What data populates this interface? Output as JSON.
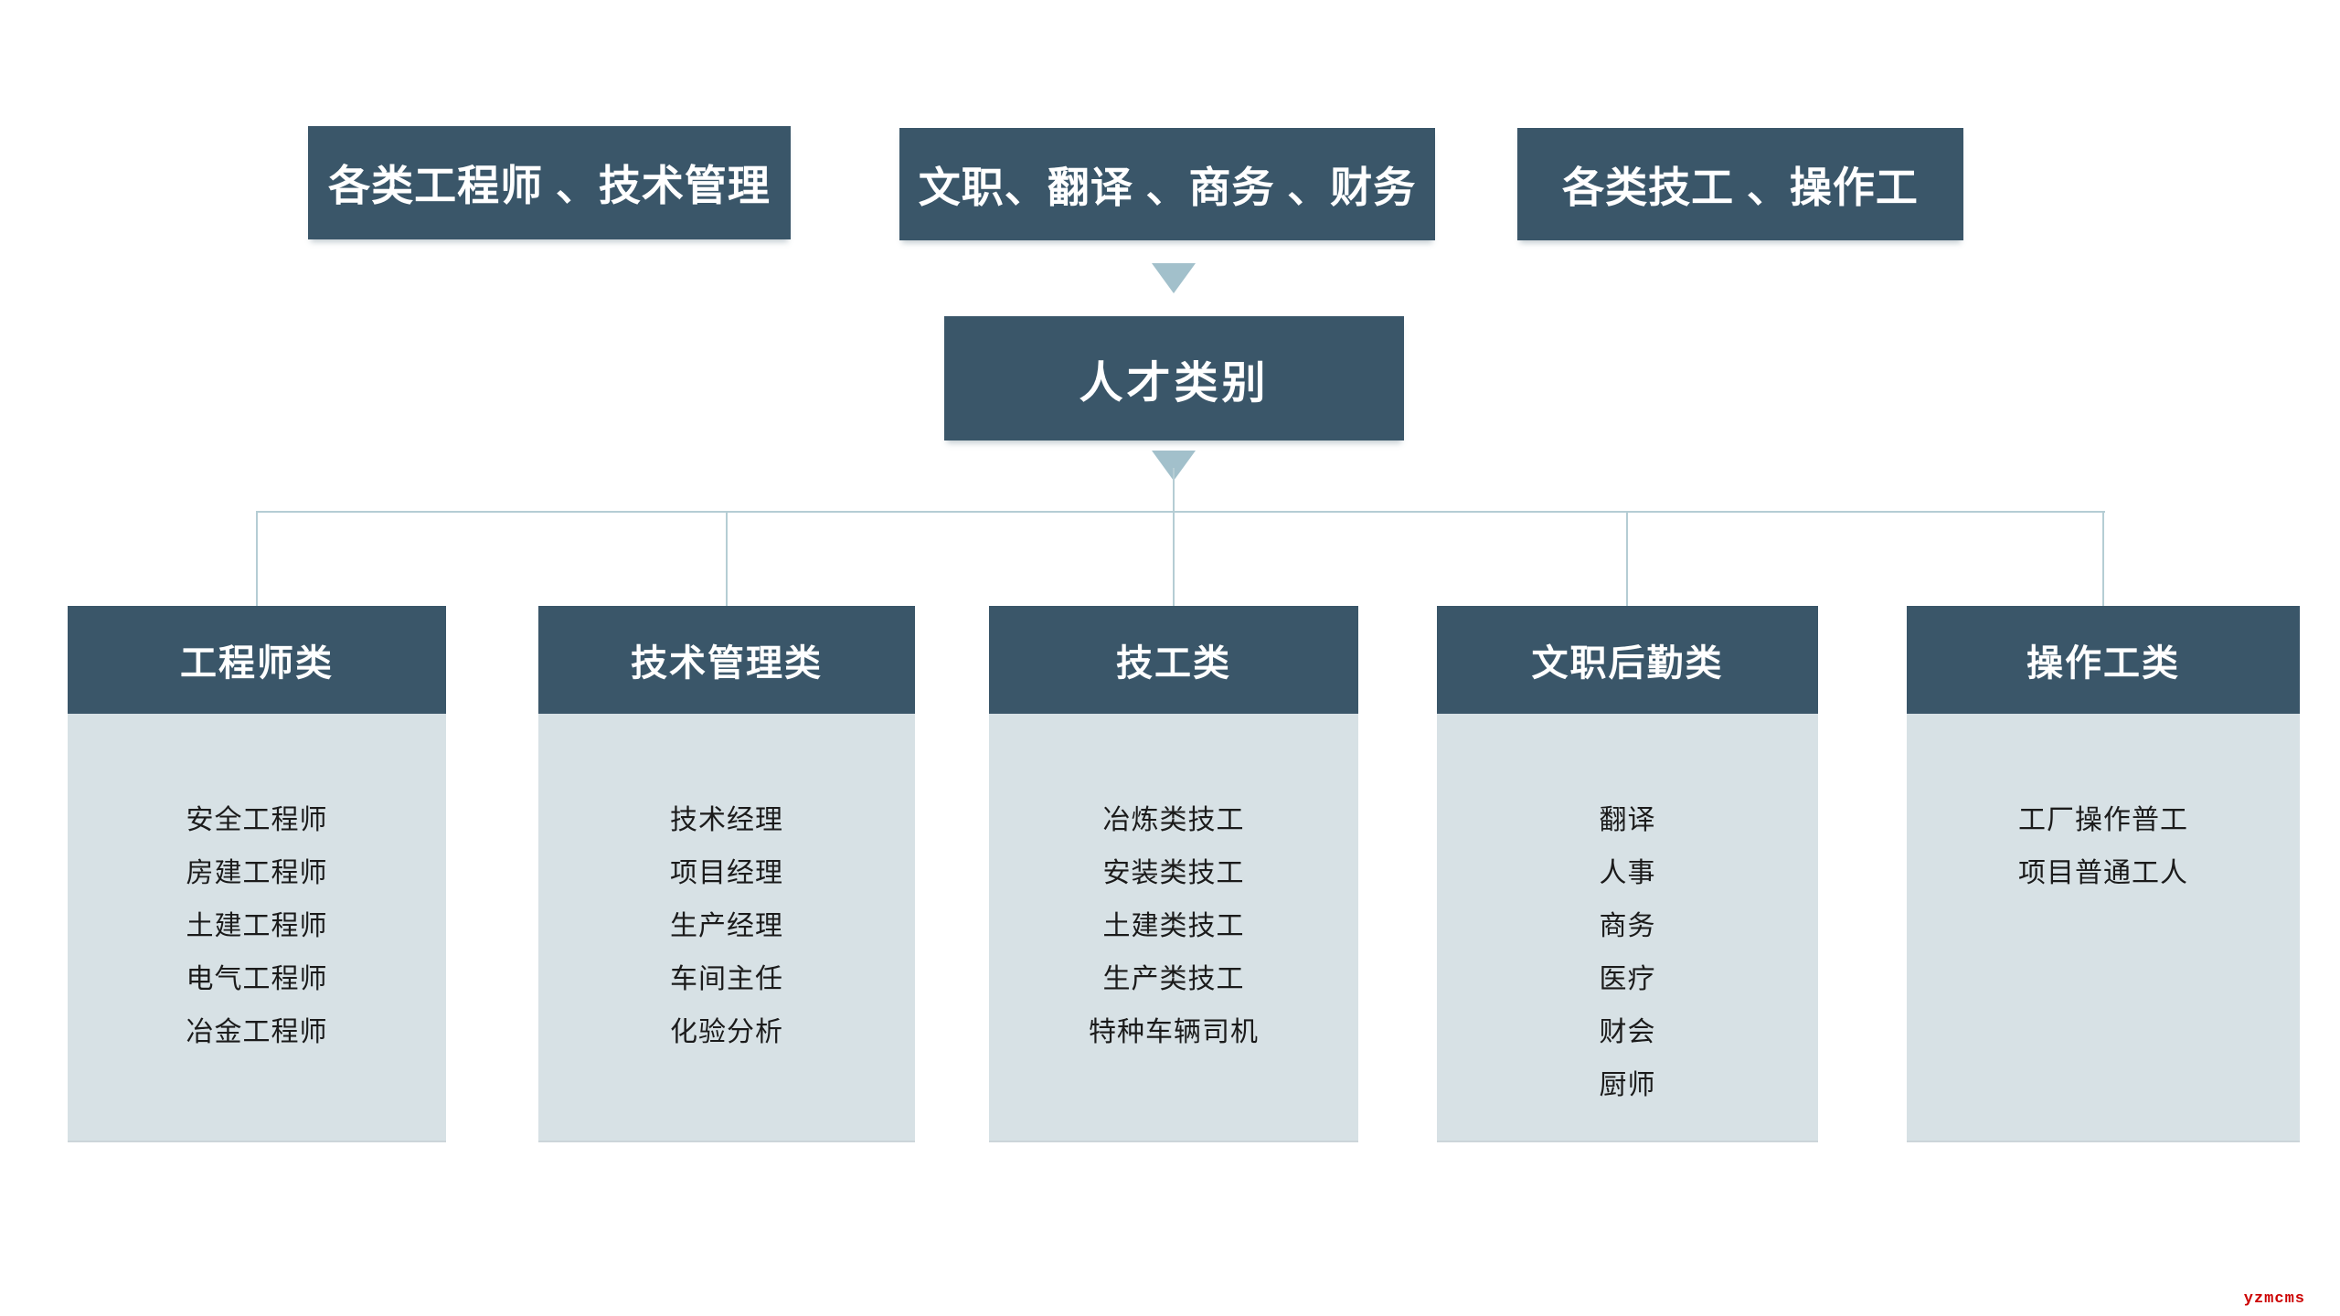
{
  "colors": {
    "node_dark": "#3a5669",
    "body_light": "#d7e1e5",
    "arrow": "#a2c0cb",
    "connector_line": "#b5cdd4",
    "header_text": "#ffffff",
    "item_text": "#1b1b1b",
    "watermark_red": "#cc0000"
  },
  "top_boxes": [
    {
      "label": "各类工程师 、技术管理"
    },
    {
      "label": "文职、翻译 、商务 、财务"
    },
    {
      "label": "各类技工 、操作工"
    }
  ],
  "root": {
    "label": "人才类别"
  },
  "columns": [
    {
      "header": "工程师类",
      "items": [
        "安全工程师",
        "房建工程师",
        "土建工程师",
        "电气工程师",
        "冶金工程师"
      ]
    },
    {
      "header": "技术管理类",
      "items": [
        "技术经理",
        "项目经理",
        "生产经理",
        "车间主任",
        "化验分析"
      ]
    },
    {
      "header": "技工类",
      "items": [
        "冶炼类技工",
        "安装类技工",
        "土建类技工",
        "生产类技工",
        "特种车辆司机"
      ]
    },
    {
      "header": "文职后勤类",
      "items": [
        "翻译",
        "人事",
        "商务",
        "医疗",
        "财会",
        "厨师"
      ]
    },
    {
      "header": "操作工类",
      "items": [
        "工厂操作普工",
        "项目普通工人"
      ]
    }
  ],
  "watermark": "yzmcms"
}
